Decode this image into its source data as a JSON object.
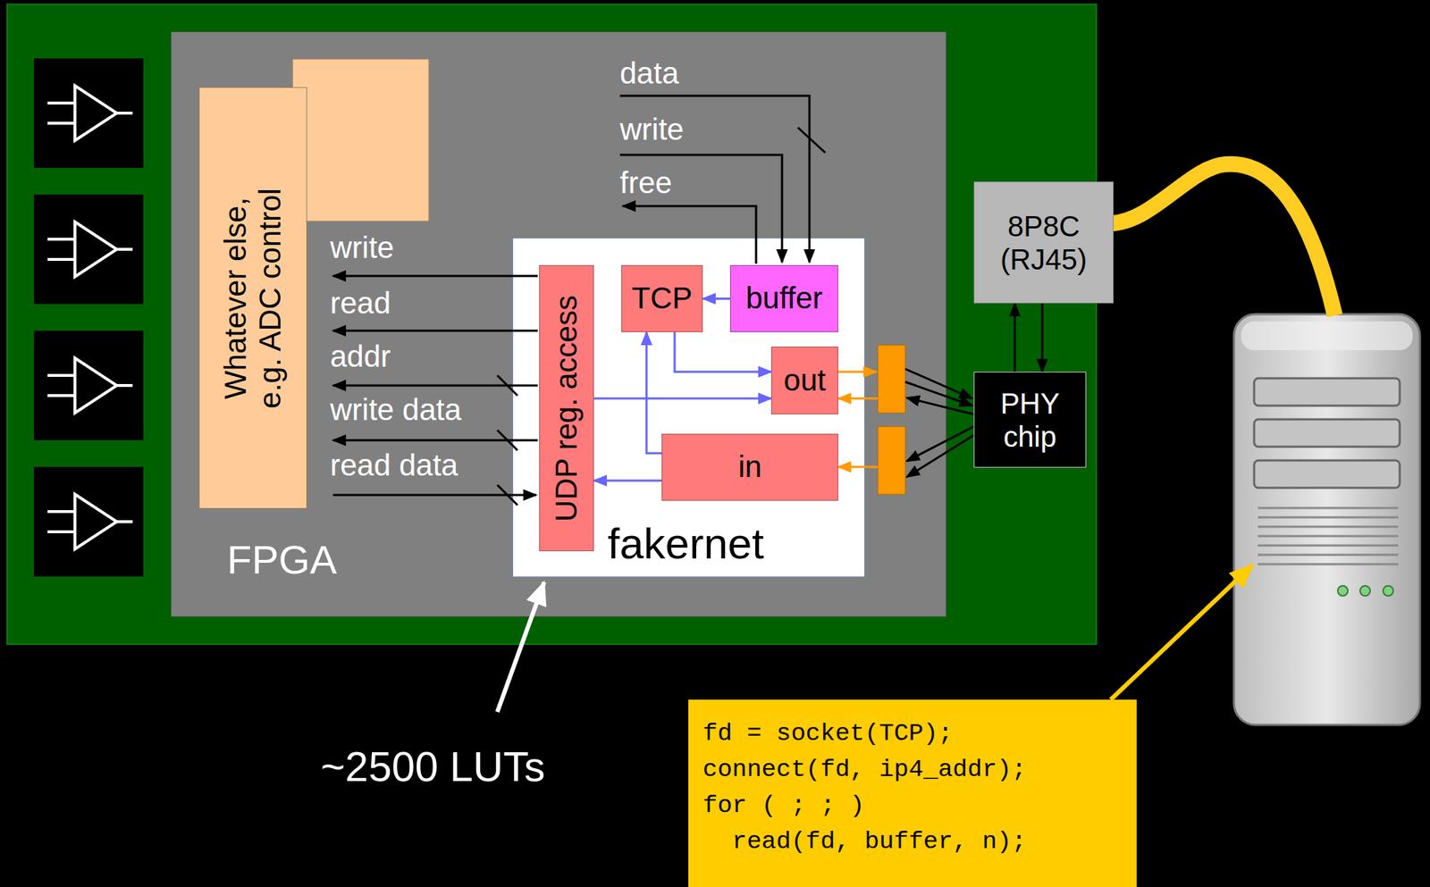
{
  "diagram": {
    "nodes": [
      {
        "text": [
          "FPGA"
        ]
      },
      {
        "text": [
          "Whatever else, e.g. ADC control"
        ],
        "in": 0
      },
      {
        "text": [
          "fakernet"
        ],
        "in": 0
      },
      {
        "text": [
          "UDP reg. access"
        ],
        "in": 2
      },
      {
        "text": [
          "TCP"
        ],
        "in": 2
      },
      {
        "text": [
          "buffer"
        ],
        "in": 2
      },
      {
        "text": [
          "out"
        ],
        "in": 2
      },
      {
        "text": [
          "in"
        ],
        "in": 2
      },
      {
        "text": [
          "8P8C (RJ45)"
        ]
      },
      {
        "text": [
          "PHY chip"
        ]
      },
      {
        "text": [
          "fd = socket(TCP);",
          "connect(fd, ip4_addr);",
          "for ( ; ; )",
          "  read(fd, buffer, n);"
        ]
      }
    ],
    "edges": [
      {
        "from": 5,
        "to": 4,
        "arrow": "to"
      },
      {
        "from": 4,
        "to": 6,
        "arrow": "to"
      },
      {
        "from": 3,
        "to": 6,
        "arrow": "to"
      },
      {
        "from": 7,
        "to": 4,
        "arrow": "to"
      },
      {
        "from": 7,
        "to": 3,
        "arrow": "to"
      },
      {
        "from": 9,
        "to": 8,
        "arrow": "to"
      },
      {
        "from": 8,
        "to": 9,
        "arrow": "to"
      }
    ],
    "labels": [
      "data",
      "write",
      "free",
      "write",
      "read",
      "addr",
      "write data",
      "read data",
      "~2500 LUTs"
    ]
  }
}
